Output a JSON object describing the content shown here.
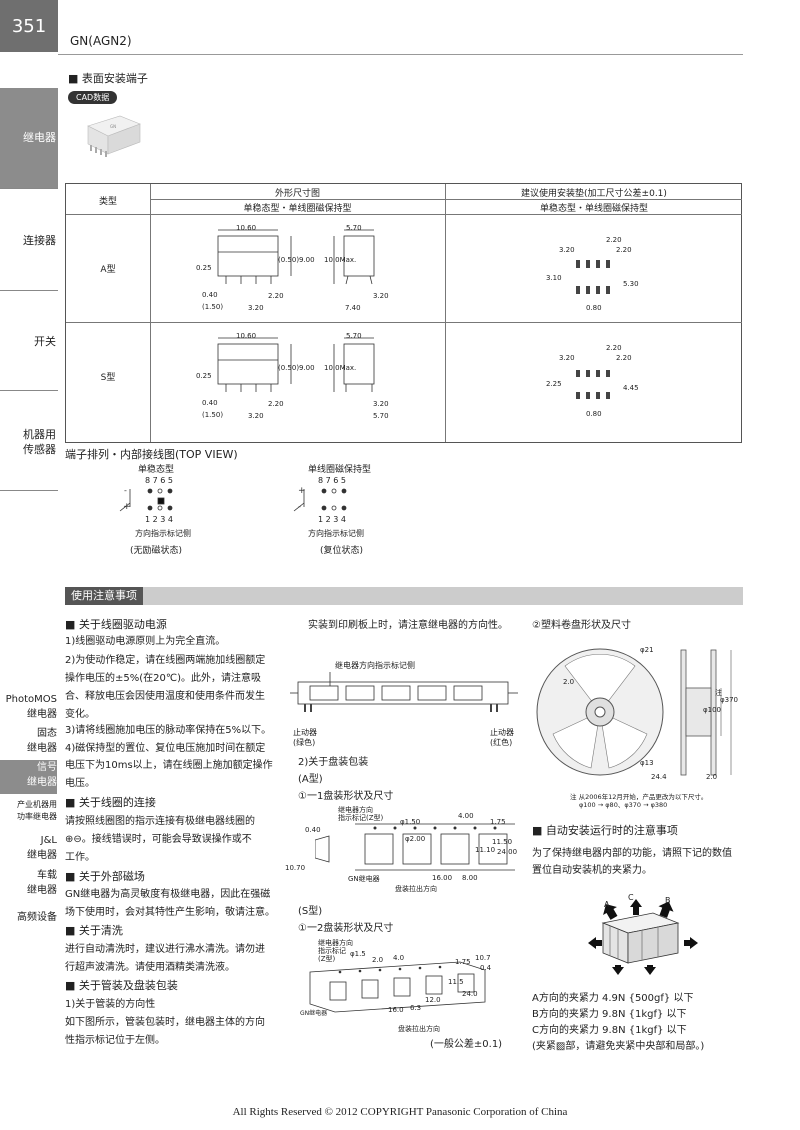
{
  "header": {
    "page_number": "351",
    "title": "GN(AGN2)"
  },
  "nav": [
    {
      "label": "继电器",
      "active": true
    },
    {
      "label": "连接器",
      "active": false
    },
    {
      "label": "开关",
      "active": false
    },
    {
      "label": "机器用",
      "label2": "传感器",
      "active": false
    }
  ],
  "subnav": [
    {
      "l1": "PhotoMOS",
      "l2": "继电器",
      "active": false
    },
    {
      "l1": "固态",
      "l2": "继电器",
      "active": false
    },
    {
      "l1": "信号",
      "l2": "继电器",
      "active": true
    },
    {
      "l1": "产业机器用",
      "l2": "功率继电器",
      "active": false
    },
    {
      "l1": "J&L",
      "l2": "继电器",
      "active": false
    },
    {
      "l1": "车载",
      "l2": "继电器",
      "active": false
    },
    {
      "l1": "高频设备",
      "l2": "",
      "active": false
    }
  ],
  "product": {
    "heading": "表面安装端子",
    "cad_badge": "CAD数据"
  },
  "table": {
    "col_type": "类型",
    "col_outline": "外形尺寸图",
    "col_pad": "建议使用安装垫(加工尺寸公差±0.1)",
    "sub_outline": "单稳态型・单线圈磁保持型",
    "sub_pad": "单稳态型・单线圈磁保持型",
    "row_a": "A型",
    "row_s": "S型",
    "a_dims": [
      "10.60",
      "5.70",
      "0.25",
      "(0.50)",
      "9.00",
      "10.0Max.",
      "0.40",
      "(1.50)",
      "2.20",
      "3.20",
      "7.40",
      "3.20"
    ],
    "a_pad": [
      "2.20",
      "3.20",
      "2.20",
      "3.10",
      "5.30",
      "0.80"
    ],
    "s_dims": [
      "10.60",
      "5.70",
      "0.25",
      "(0.50)",
      "9.00",
      "10.0Max.",
      "0.40",
      "(1.50)",
      "2.20",
      "3.20",
      "3.20",
      "5.70"
    ],
    "s_pad": [
      "2.20",
      "3.20",
      "2.20",
      "2.25",
      "4.45",
      "0.80"
    ]
  },
  "terminal": {
    "heading": "端子排列・内部接线图(TOP VIEW)",
    "mono_title": "单稳态型",
    "latch_title": "单线圈磁保持型",
    "top_pins": "8 7 6 5",
    "bottom_pins": "1 2 3 4",
    "mark_note": "方向指示标记侧",
    "mono_state": "(无励磁状态)",
    "latch_state": "(复位状态)"
  },
  "usage": {
    "title": "使用注意事项",
    "col1": [
      {
        "type": "h",
        "text": "关于线圈驱动电源"
      },
      {
        "type": "p",
        "text": "1)线圈驱动电源原则上为完全直流。"
      },
      {
        "type": "p",
        "text": "2)为使动作稳定，请在线圈两端施加线圈额定"
      },
      {
        "type": "p",
        "text": "操作电压的±5%(在20℃)。此外，请注意吸"
      },
      {
        "type": "p",
        "text": "合、释放电压会因使用温度和使用条件而发生"
      },
      {
        "type": "p",
        "text": "变化。"
      },
      {
        "type": "p",
        "text": "3)请将线圈施加电压的脉动率保持在5%以下。"
      },
      {
        "type": "p",
        "text": "4)磁保持型的置位、复位电压施加时间在额定"
      },
      {
        "type": "p",
        "text": "电压下为10ms以上，请在线圈上施加额定操作"
      },
      {
        "type": "p",
        "text": "电压。"
      },
      {
        "type": "h",
        "text": "关于线圈的连接"
      },
      {
        "type": "p",
        "text": "请按照线圈图的指示连接有极继电器线圈的"
      },
      {
        "type": "p",
        "text": "⊕⊖。接线错误时，可能会导致误操作或不"
      },
      {
        "type": "p",
        "text": "工作。"
      },
      {
        "type": "h",
        "text": "关于外部磁场"
      },
      {
        "type": "p",
        "text": "GN继电器为高灵敏度有极继电器，因此在强磁"
      },
      {
        "type": "p",
        "text": "场下使用时，会对其特性产生影响，敬请注意。"
      },
      {
        "type": "h",
        "text": "关于清洗"
      },
      {
        "type": "p",
        "text": "进行自动清洗时，建议进行沸水清洗。请勿进"
      },
      {
        "type": "p",
        "text": "行超声波清洗。请使用酒精类清洗液。"
      },
      {
        "type": "h",
        "text": "关于管装及盘装包装"
      },
      {
        "type": "p",
        "text": "1)关于管装的方向性"
      },
      {
        "type": "p",
        "text": "如下图所示，管装包装时，继电器主体的方向"
      },
      {
        "type": "p",
        "text": "性指示标记位于左侧。"
      }
    ],
    "col2_intro": "实装到印刷板上时，请注意继电器的方向性。",
    "tube_mark": "继电器方向指示标记侧",
    "stopper_green": "止动器",
    "stopper_green2": "(绿色)",
    "stopper_red": "止动器",
    "stopper_red2": "(红色)",
    "reel_pack": "2)关于盘装包装",
    "type_a": "(A型)",
    "tape_a": "①一1盘装形状及尺寸",
    "mark_z": "继电器方向",
    "mark_z2": "指示标记(Z型)",
    "tape_a_dims": [
      "φ1.50",
      "4.00",
      "1.75",
      "0.40",
      "φ2.00",
      "11.10",
      "11.50",
      "24.00",
      "16.00",
      "8.00",
      "10.70"
    ],
    "gn_relay": "GN继电器",
    "pull_dir": "盘装拉出方向",
    "type_s": "(S型)",
    "tape_s": "①一2盘装形状及尺寸",
    "mark_z_s": "继电器方向",
    "mark_z_s2": "指示标记",
    "mark_z_s3": "(Z型)",
    "tape_s_dims": [
      "φ1.5",
      "2.0",
      "4.0",
      "1.75",
      "10.7",
      "0.4",
      "11.5",
      "24.0",
      "16.0",
      "6.3",
      "12.0"
    ],
    "gn_relay_s": "GN继电器",
    "pull_dir_s": "盘装拉出方向",
    "tolerance": "(一般公差±0.1)",
    "reel_title": "②塑料卷盘形状及尺寸",
    "reel_dims": [
      "φ21",
      "2.0",
      "φ370",
      "φ100",
      "φ13",
      "24.4",
      "2.0"
    ],
    "reel_note_lbl": "注",
    "reel_note": "注 从2006年12月开始，产品更改为以下尺寸。",
    "reel_note2": "φ100 → φ80、φ370 → φ380",
    "auto_title": "自动安装运行时的注意事项",
    "auto_p1": "为了保持继电器内部的功能，请照下记的数值",
    "auto_p2": "置位自动安装机的夹紧力。",
    "force_a": "A方向的夹紧力  4.9N {500gf} 以下",
    "force_b": "B方向的夹紧力  9.8N {1kgf} 以下",
    "force_c": "C方向的夹紧力  9.8N {1kgf} 以下",
    "force_note": "(夹紧▨部，请避免夹紧中央部和局部。)",
    "force_labels": [
      "A",
      "C",
      "B"
    ]
  },
  "footer": "All Rights Reserved © 2012 COPYRIGHT Panasonic Corporation of China"
}
